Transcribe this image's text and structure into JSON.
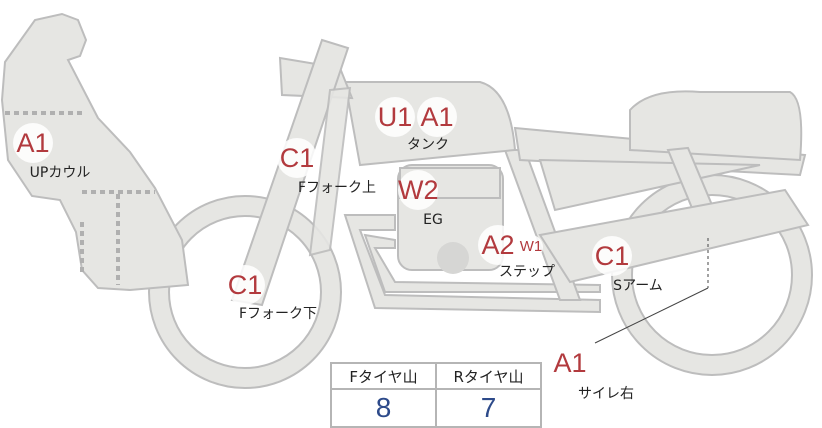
{
  "colors": {
    "part_fill": "#e6e6e3",
    "part_stroke": "#bdbdbd",
    "mark": "#b23a3e",
    "value": "#2d4a8a"
  },
  "marks": [
    {
      "code": "A1",
      "part": "UPカウル"
    },
    {
      "code": "C1",
      "part": "Fフォーク上"
    },
    {
      "code": "U1",
      "code2": "A1",
      "part": "タンク"
    },
    {
      "code": "W2",
      "part": "EG"
    },
    {
      "code": "A2",
      "code2": "W1",
      "part": "ステップ"
    },
    {
      "code": "C1",
      "part": "Sアーム"
    },
    {
      "code": "C1",
      "part": "Fフォーク下"
    },
    {
      "code": "A1",
      "part": "サイレ右"
    }
  ],
  "tire_table": {
    "headers": [
      "Fタイヤ山",
      "Rタイヤ山"
    ],
    "values": [
      "8",
      "7"
    ]
  }
}
